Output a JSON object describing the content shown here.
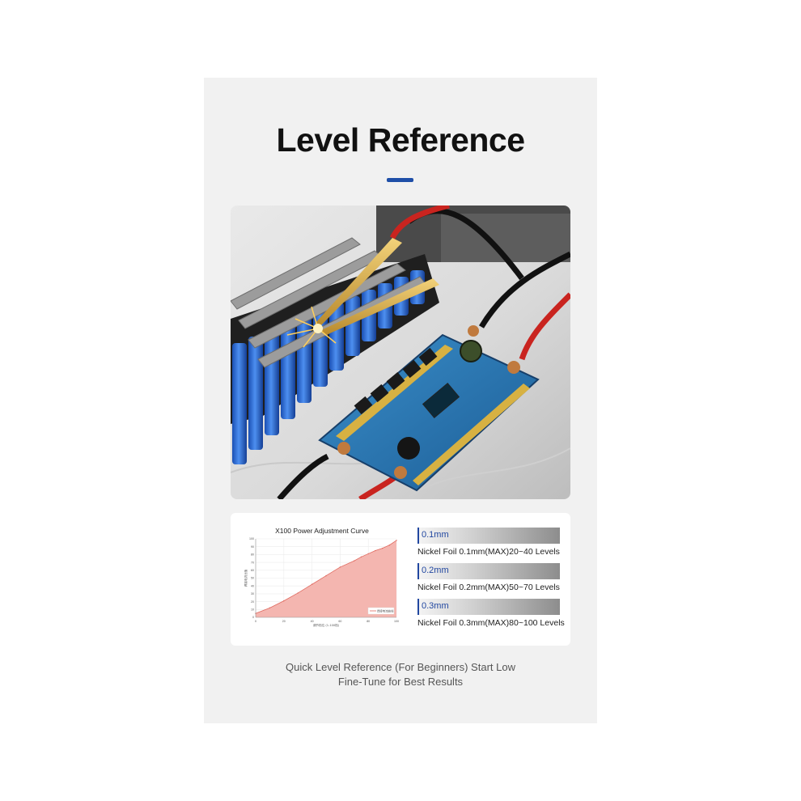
{
  "page": {
    "title": "Level Reference",
    "accent_color": "#1f4fa8"
  },
  "chart_data": {
    "type": "area",
    "title": "X100 Power Adjustment Curve",
    "xlabel": "调节档位 (1-100档)",
    "ylabel": "焊接电流比值",
    "legend": [
      "焊接电流曲线"
    ],
    "xlim": [
      0,
      100
    ],
    "ylim": [
      0,
      100
    ],
    "x_ticks": [
      0,
      20,
      40,
      60,
      80,
      100
    ],
    "y_ticks": [
      0,
      10,
      20,
      30,
      40,
      50,
      60,
      70,
      80,
      90,
      100
    ],
    "x": [
      0,
      10,
      20,
      30,
      40,
      50,
      60,
      70,
      75,
      80,
      85,
      90,
      95,
      100
    ],
    "values": [
      5,
      12,
      21,
      31,
      42,
      53,
      64,
      72,
      77,
      81,
      85,
      88,
      92,
      98
    ],
    "fill_color": "#f4b6b0",
    "line_color": "#e06a60",
    "grid": true,
    "legend_position": "bottom-right"
  },
  "references": [
    {
      "thickness": "0.1mm",
      "description": "Nickel Foil 0.1mm(MAX)20~40 Levels"
    },
    {
      "thickness": "0.2mm",
      "description": "Nickel Foil 0.2mm(MAX)50~70 Levels"
    },
    {
      "thickness": "0.3mm",
      "description": "Nickel Foil 0.3mm(MAX)80~100 Levels"
    }
  ],
  "caption": {
    "line1": "Quick Level Reference (For Beginners) Start Low",
    "line2": "Fine-Tune for Best Results"
  }
}
